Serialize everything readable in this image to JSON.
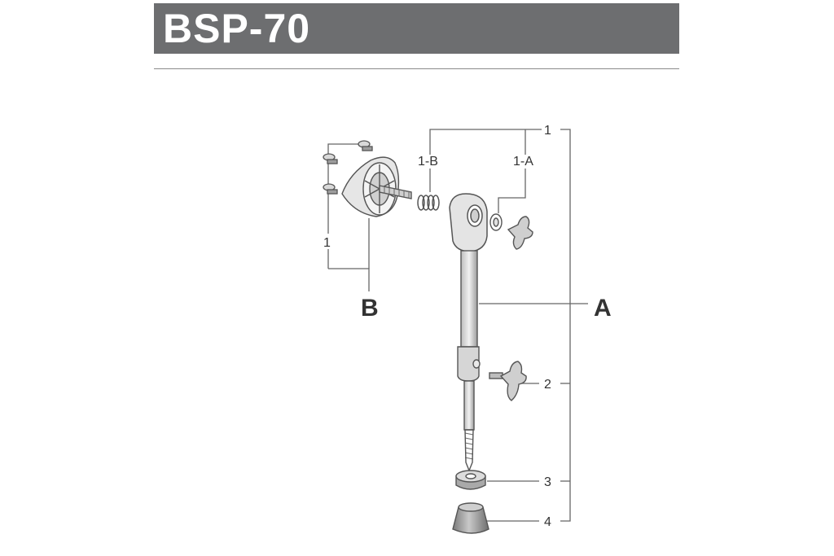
{
  "header": {
    "title": "BSP-70"
  },
  "callouts": {
    "one_top": "1",
    "one_b": "1-B",
    "one_a": "1-A",
    "one_left": "1",
    "b": "B",
    "a": "A",
    "two": "2",
    "three": "3",
    "four": "4"
  },
  "colors": {
    "header_bg": "#6d6e70",
    "header_text": "#ffffff",
    "line": "#666666",
    "part_fill": "#e4e4e4",
    "part_stroke": "#555555"
  }
}
